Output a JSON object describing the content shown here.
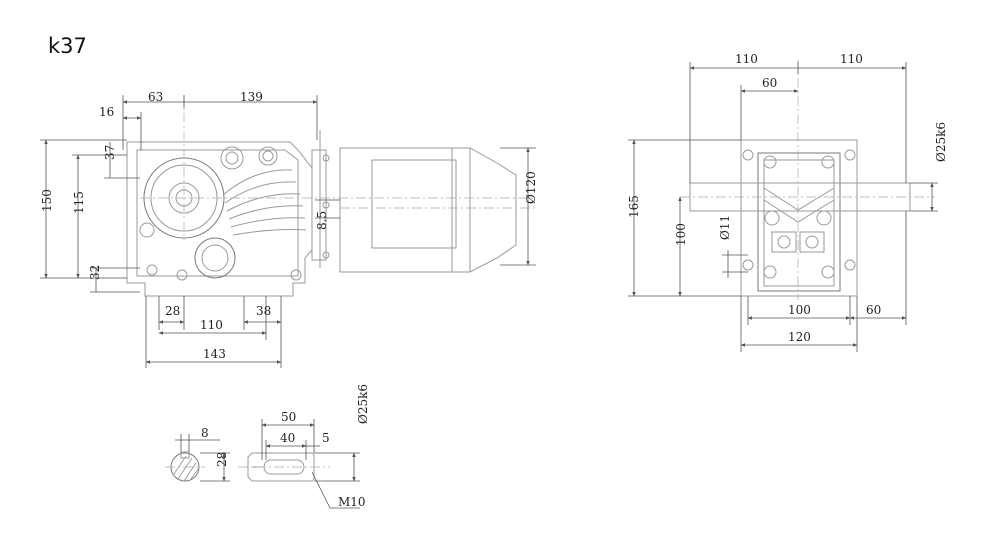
{
  "title": "k37",
  "dims": {
    "side": {
      "d16": "16",
      "d63": "63",
      "d139": "139",
      "d37": "37",
      "d150": "150",
      "d115": "115",
      "d32": "32",
      "d28": "28",
      "d110": "110",
      "d38": "38",
      "d143": "143",
      "d8_5": "8.5",
      "d120": "Ø120"
    },
    "front": {
      "d110a": "110",
      "d110b": "110",
      "d60top": "60",
      "d165": "165",
      "d100v": "100",
      "d11": "Ø11",
      "d25k6": "Ø25k6",
      "d100h": "100",
      "d60": "60",
      "d120": "120"
    },
    "shaft": {
      "d8": "8",
      "d28": "28",
      "d50": "50",
      "d40": "40",
      "d5": "5",
      "d25k6": "Ø25k6",
      "m10": "M10"
    }
  },
  "colors": {
    "line": "#9a9a9a",
    "dim": "#555555",
    "text": "#222222"
  }
}
